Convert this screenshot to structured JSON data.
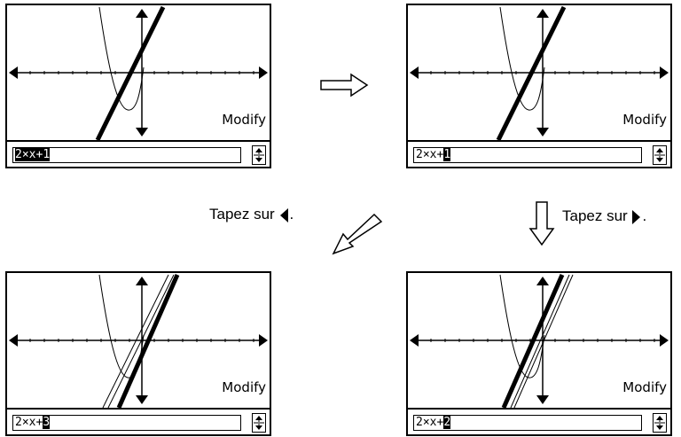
{
  "screens": [
    {
      "expr_prefix": "2×x+",
      "expr_digit": "1",
      "mode_label": "Modify"
    },
    {
      "expr_prefix": "2×x+",
      "expr_digit": "1",
      "mode_label": "Modify"
    },
    {
      "expr_prefix": "2×x+",
      "expr_digit": "3",
      "mode_label": "Modify"
    },
    {
      "expr_prefix": "2×x+",
      "expr_digit": "2",
      "mode_label": "Modify"
    }
  ],
  "captions": {
    "tap_left": "Tapez sur",
    "tap_right": "Tapez sur",
    "period": "."
  }
}
